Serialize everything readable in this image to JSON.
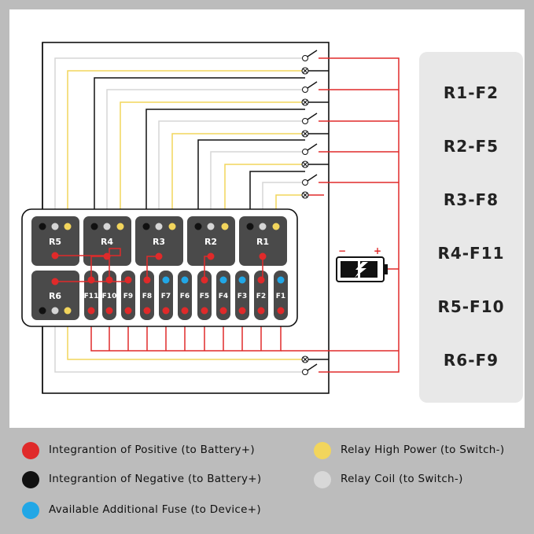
{
  "colors": {
    "positive": "#e02a2a",
    "negative": "#111111",
    "additional_fuse": "#22a7e6",
    "high_power": "#f2d55c",
    "coil": "#d8d8d8",
    "module": "#4a4a4a"
  },
  "relays": [
    {
      "id": "r5",
      "label": "R5"
    },
    {
      "id": "r4",
      "label": "R4"
    },
    {
      "id": "r3",
      "label": "R3"
    },
    {
      "id": "r2",
      "label": "R2"
    },
    {
      "id": "r1",
      "label": "R1"
    },
    {
      "id": "r6",
      "label": "R6"
    }
  ],
  "fuses": [
    {
      "id": "f11",
      "label": "F11",
      "top_dot": "positive"
    },
    {
      "id": "f10",
      "label": "F10",
      "top_dot": "positive"
    },
    {
      "id": "f9",
      "label": "F9",
      "top_dot": "positive"
    },
    {
      "id": "f8",
      "label": "F8",
      "top_dot": "positive"
    },
    {
      "id": "f7",
      "label": "F7",
      "top_dot": "additional_fuse"
    },
    {
      "id": "f6",
      "label": "F6",
      "top_dot": "additional_fuse"
    },
    {
      "id": "f5",
      "label": "F5",
      "top_dot": "positive"
    },
    {
      "id": "f4",
      "label": "F4",
      "top_dot": "additional_fuse"
    },
    {
      "id": "f3",
      "label": "F3",
      "top_dot": "additional_fuse"
    },
    {
      "id": "f2",
      "label": "F2",
      "top_dot": "positive"
    },
    {
      "id": "f1",
      "label": "F1",
      "top_dot": "additional_fuse"
    }
  ],
  "battery": {
    "minus": "−",
    "plus": "+",
    "icon": "battery-icon"
  },
  "mapping": [
    "R1-F2",
    "R2-F5",
    "R3-F8",
    "R4-F11",
    "R5-F10",
    "R6-F9"
  ],
  "legend": [
    {
      "color": "positive",
      "text": "Integrantion of Positive (to Battery+)"
    },
    {
      "color": "high_power",
      "text": "Relay High Power (to Switch-)"
    },
    {
      "color": "negative",
      "text": "Integrantion of Negative (to Battery+)"
    },
    {
      "color": "coil",
      "text": "Relay Coil (to Switch-)"
    },
    {
      "color": "additional_fuse",
      "text": "Available Additional Fuse (to Device+)"
    }
  ]
}
